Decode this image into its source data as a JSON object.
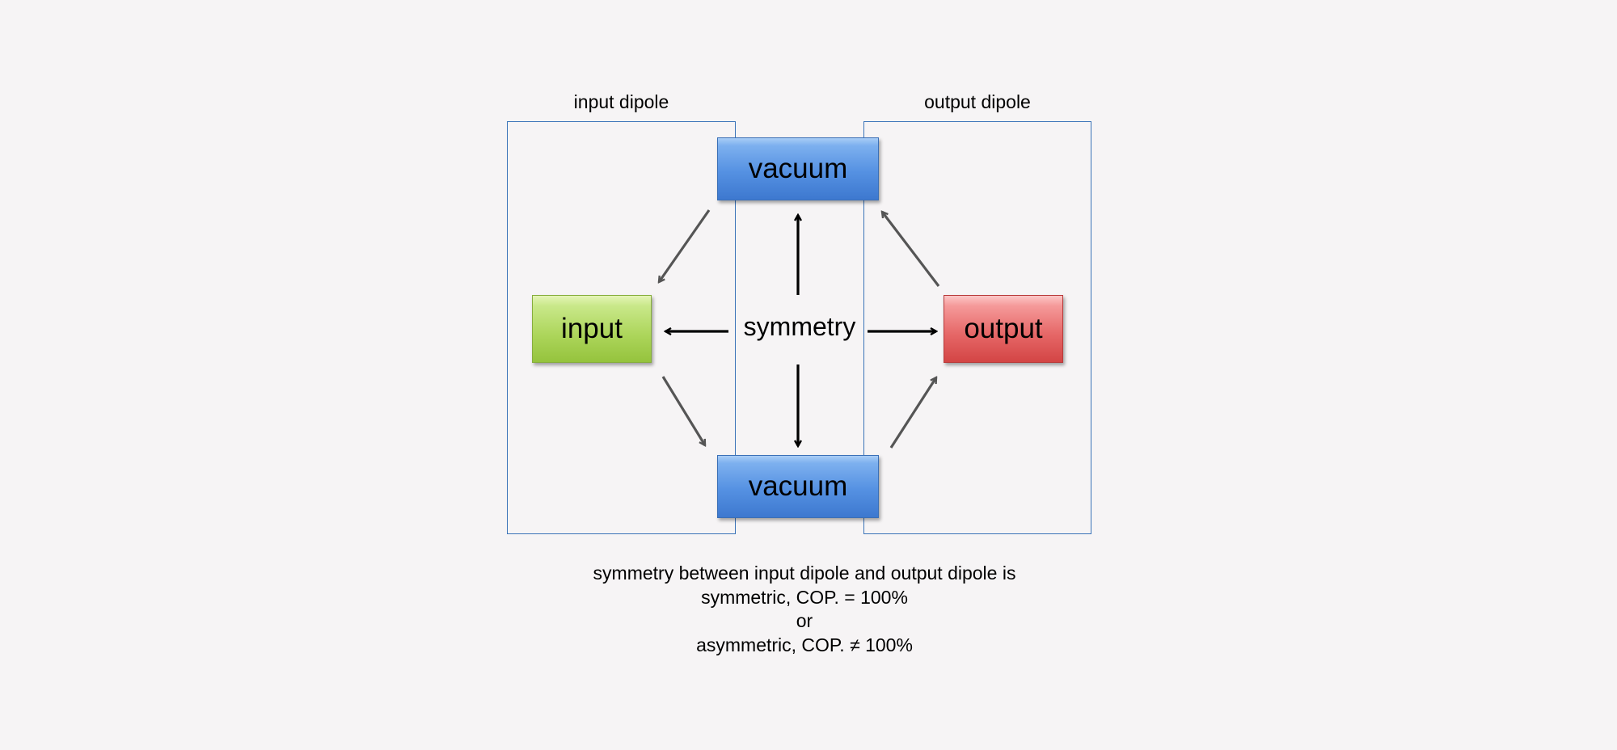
{
  "frames": {
    "left_label": "input dipole",
    "right_label": "output dipole"
  },
  "nodes": {
    "vacuum_top": "vacuum",
    "vacuum_bottom": "vacuum",
    "input": "input",
    "output": "output",
    "center": "symmetry"
  },
  "colors": {
    "frame": "#3a73b8",
    "vacuum": "#5591e2",
    "input": "#acd55a",
    "output": "#e56565",
    "arrow_dark": "#000000",
    "arrow_gray": "#555555"
  },
  "caption": {
    "line1": "symmetry between input dipole and output dipole is",
    "line2": "symmetric, COP. = 100%",
    "line3": "or",
    "line4": "asymmetric, COP. ≠ 100%"
  }
}
